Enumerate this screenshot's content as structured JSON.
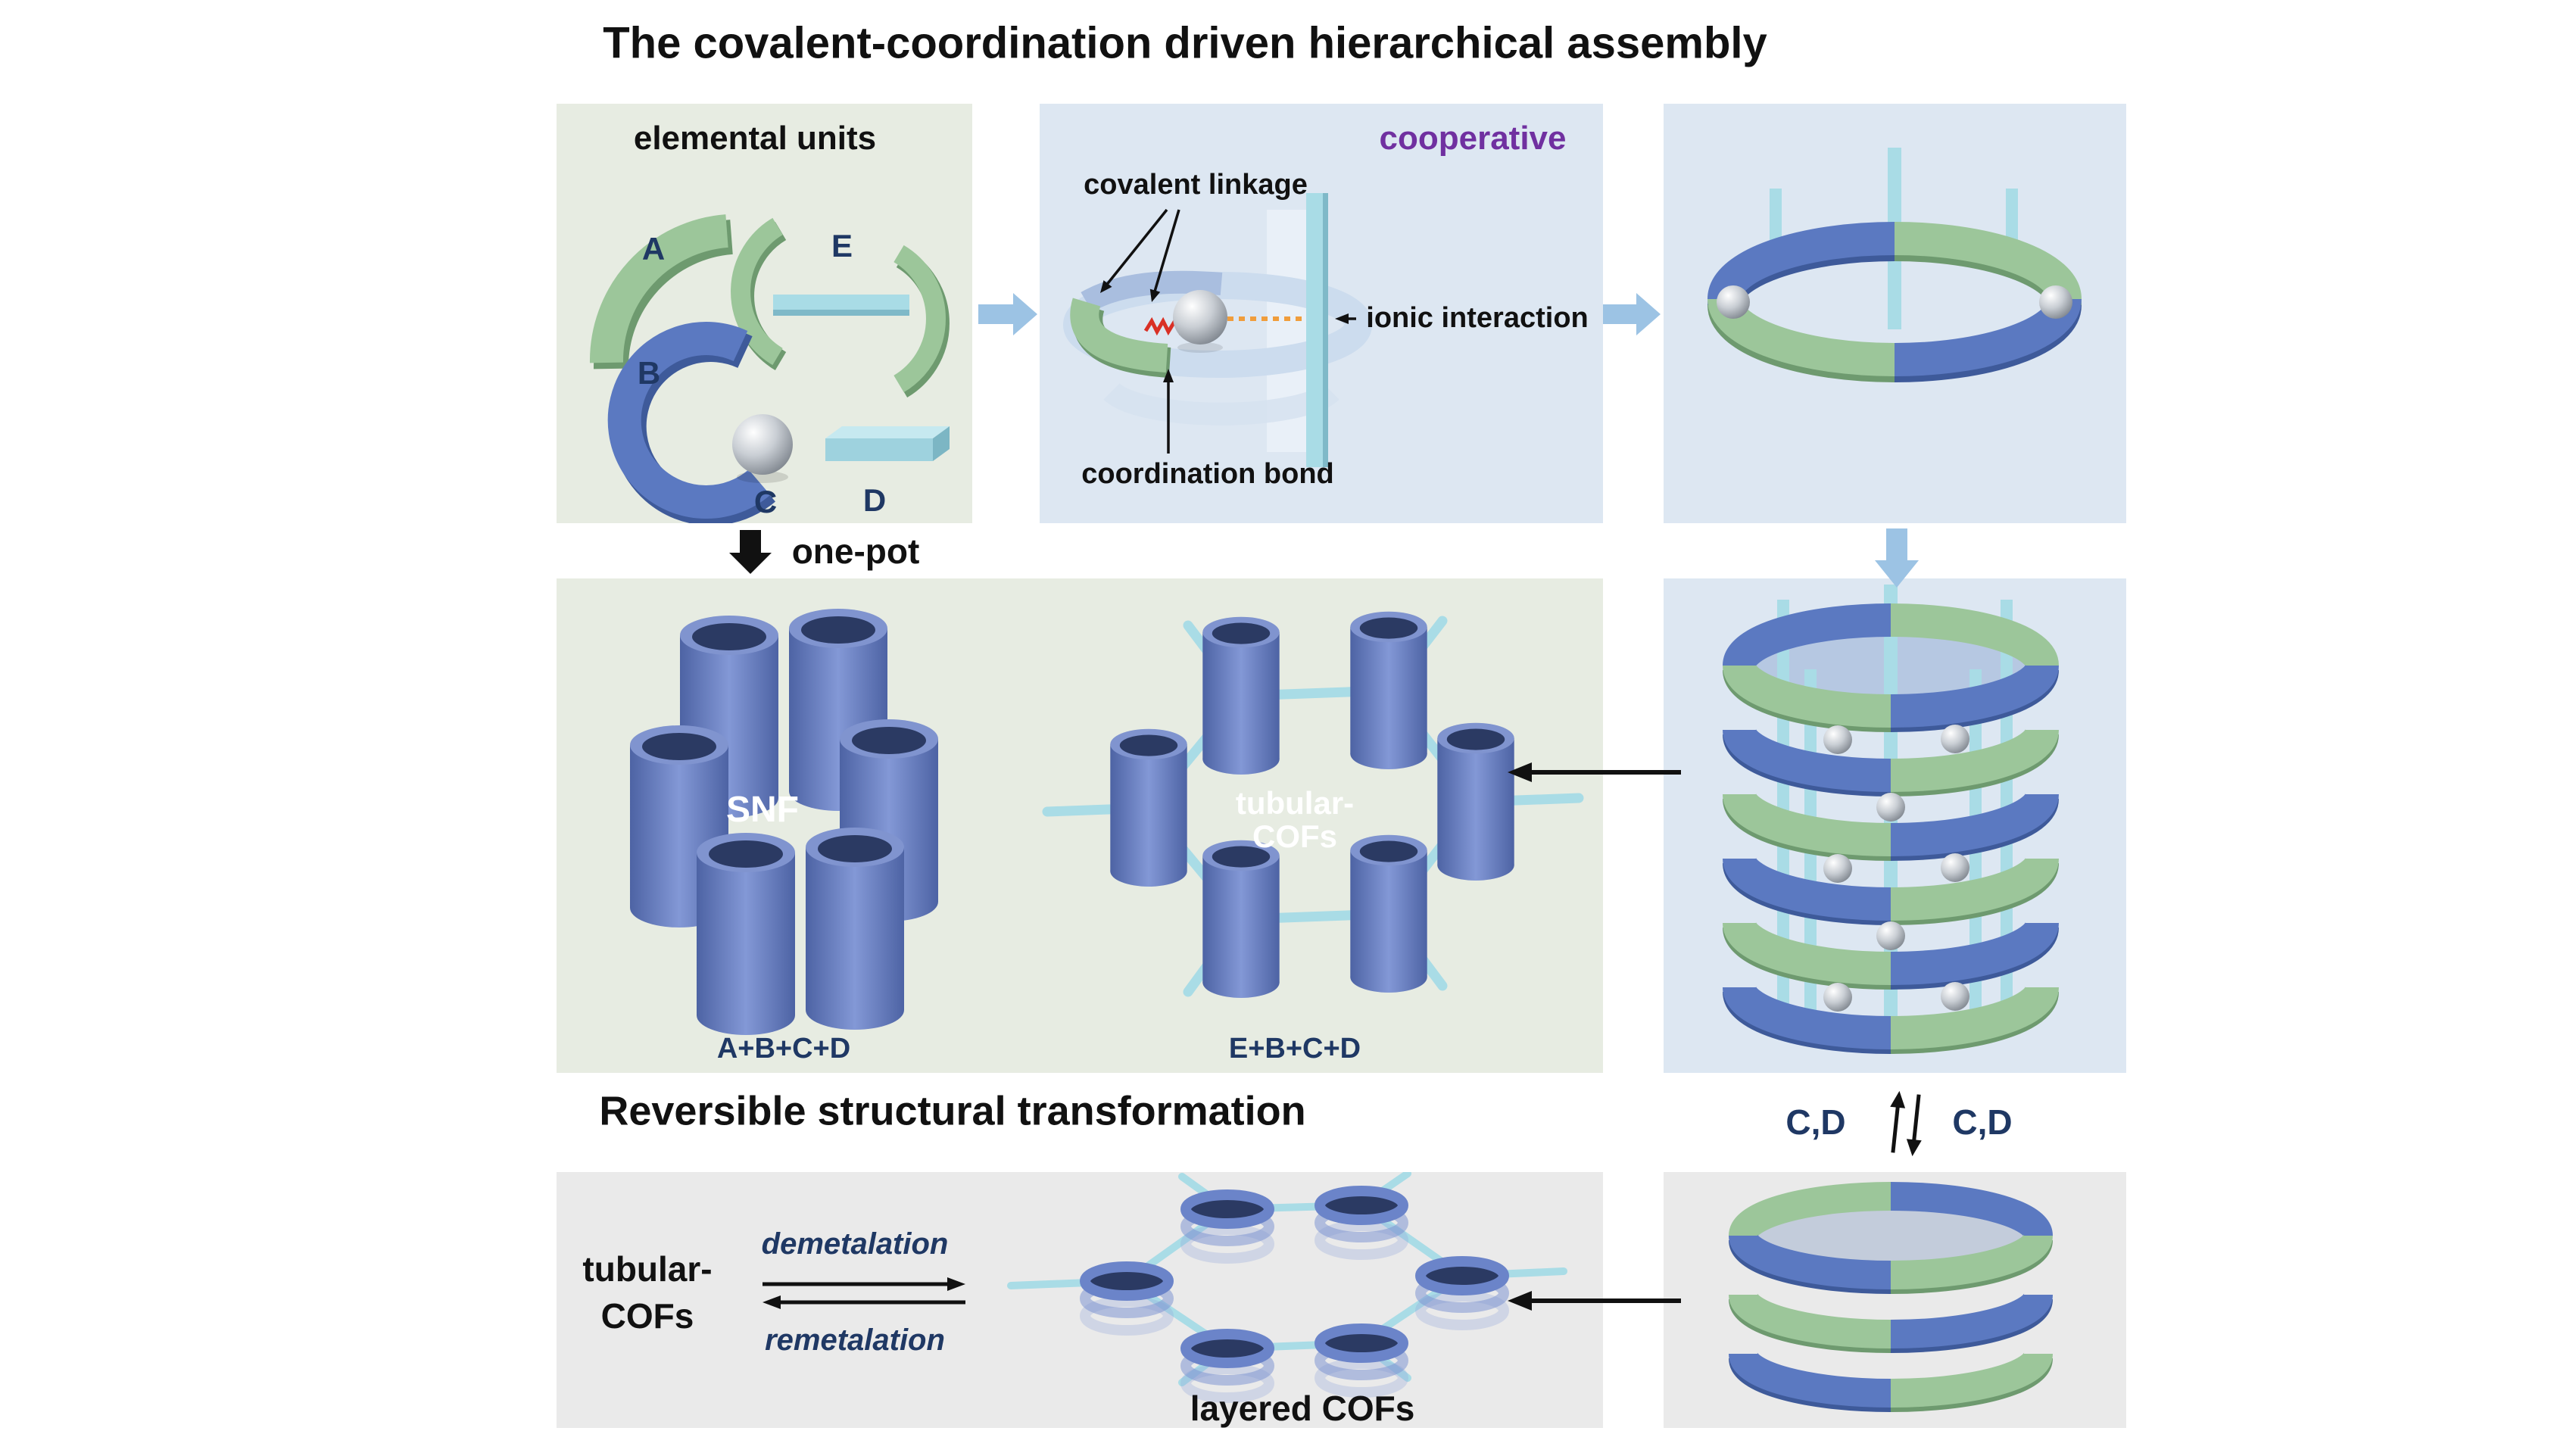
{
  "titles": {
    "top": "The covalent-coordination driven hierarchical assembly",
    "bottom": "Reversible structural transformation"
  },
  "elemental_units": {
    "title": "elemental units",
    "unit_a": "A",
    "unit_b": "B",
    "unit_c": "C",
    "unit_d": "D",
    "unit_e": "E"
  },
  "cooperative": {
    "title": "cooperative",
    "covalent_linkage": "covalent linkage",
    "ionic_interaction": "ionic interaction",
    "coordination_bond": "coordination bond"
  },
  "one_pot": {
    "label": "one-pot"
  },
  "products": {
    "snf_label": "SNF",
    "snf_formula": "A+B+C+D",
    "tubular_line1": "tubular-",
    "tubular_line2": "COFs",
    "tubular_formula": "E+B+C+D"
  },
  "exchange": {
    "left_label": "C,D",
    "right_label": "C,D"
  },
  "transformation": {
    "tubular_line1": "tubular-",
    "tubular_line2": "COFs",
    "demetalation": "demetalation",
    "remetalation": "remetalation",
    "layered_label": "layered COFs"
  },
  "colors": {
    "panel_green": "#e7ece2",
    "panel_blue": "#dde7f2",
    "panel_gray": "#eaeaea",
    "unit_green": "#9cc69a",
    "unit_blue": "#5b79c1",
    "unit_cyan": "#a9dce6",
    "metal_silver": "#c9ced4",
    "text_navy": "#1f3864",
    "text_purple": "#7030a0",
    "ionic_orange": "#f09d3c",
    "coordination_red": "#d93025",
    "arrow_blue": "#9cc3e4"
  }
}
